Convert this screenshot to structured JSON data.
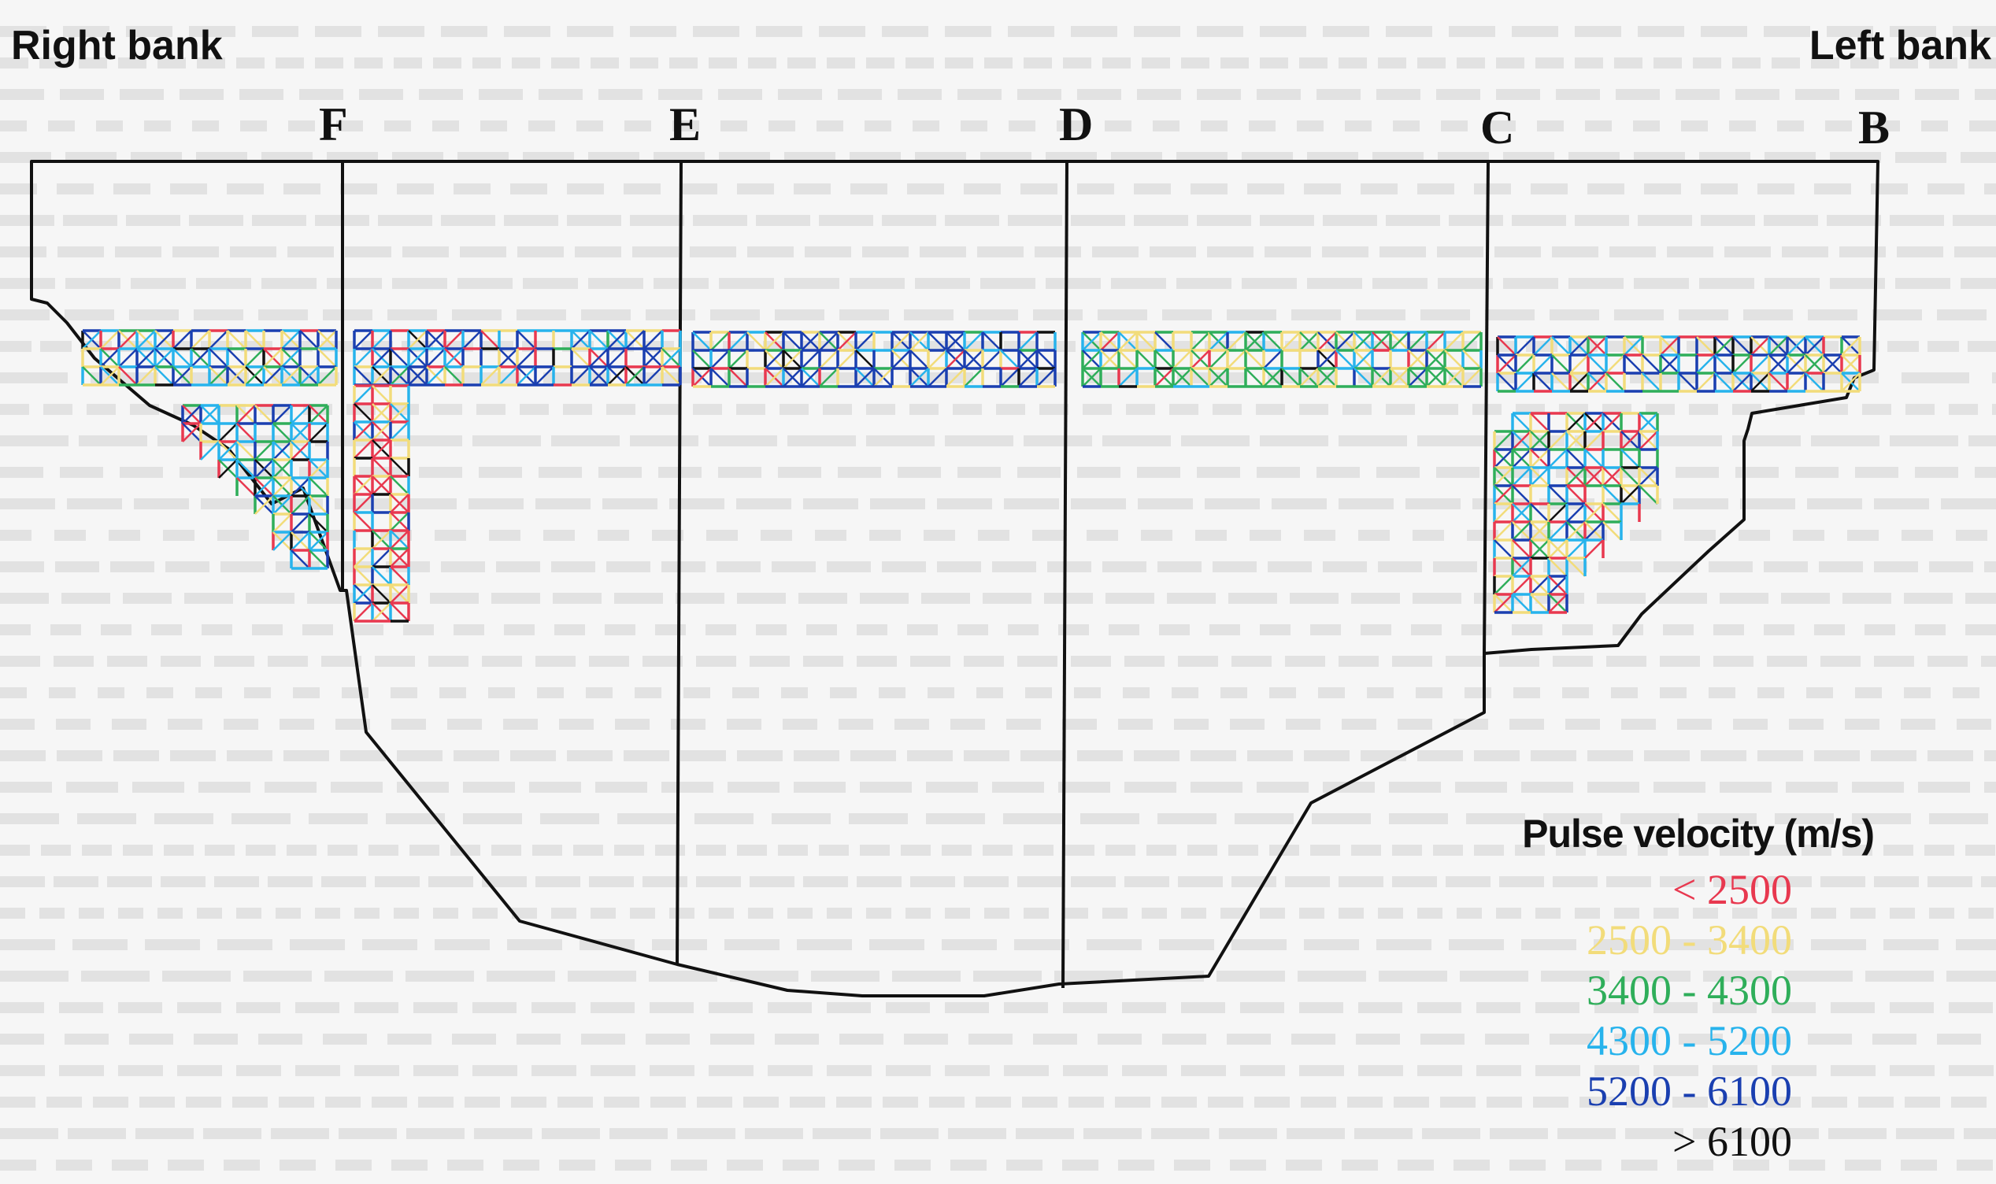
{
  "labels": {
    "right_bank": "Right bank",
    "left_bank": "Left bank"
  },
  "sections": [
    "F",
    "E",
    "D",
    "C",
    "B"
  ],
  "legend": {
    "title": "Pulse velocity (m/s)",
    "entries": [
      {
        "range": "< 2500",
        "color": "#e8384f"
      },
      {
        "range": "2500 - 3400",
        "color": "#f2dc7a"
      },
      {
        "range": "3400 - 4300",
        "color": "#2fae5a"
      },
      {
        "range": "4300 - 5200",
        "color": "#27b3ec"
      },
      {
        "range": "5200 - 6100",
        "color": "#1a3fb0"
      },
      {
        "range": "> 6100",
        "color": "#111111"
      }
    ]
  },
  "colors": {
    "outline": "#111111",
    "background": "#f6f6f6"
  }
}
